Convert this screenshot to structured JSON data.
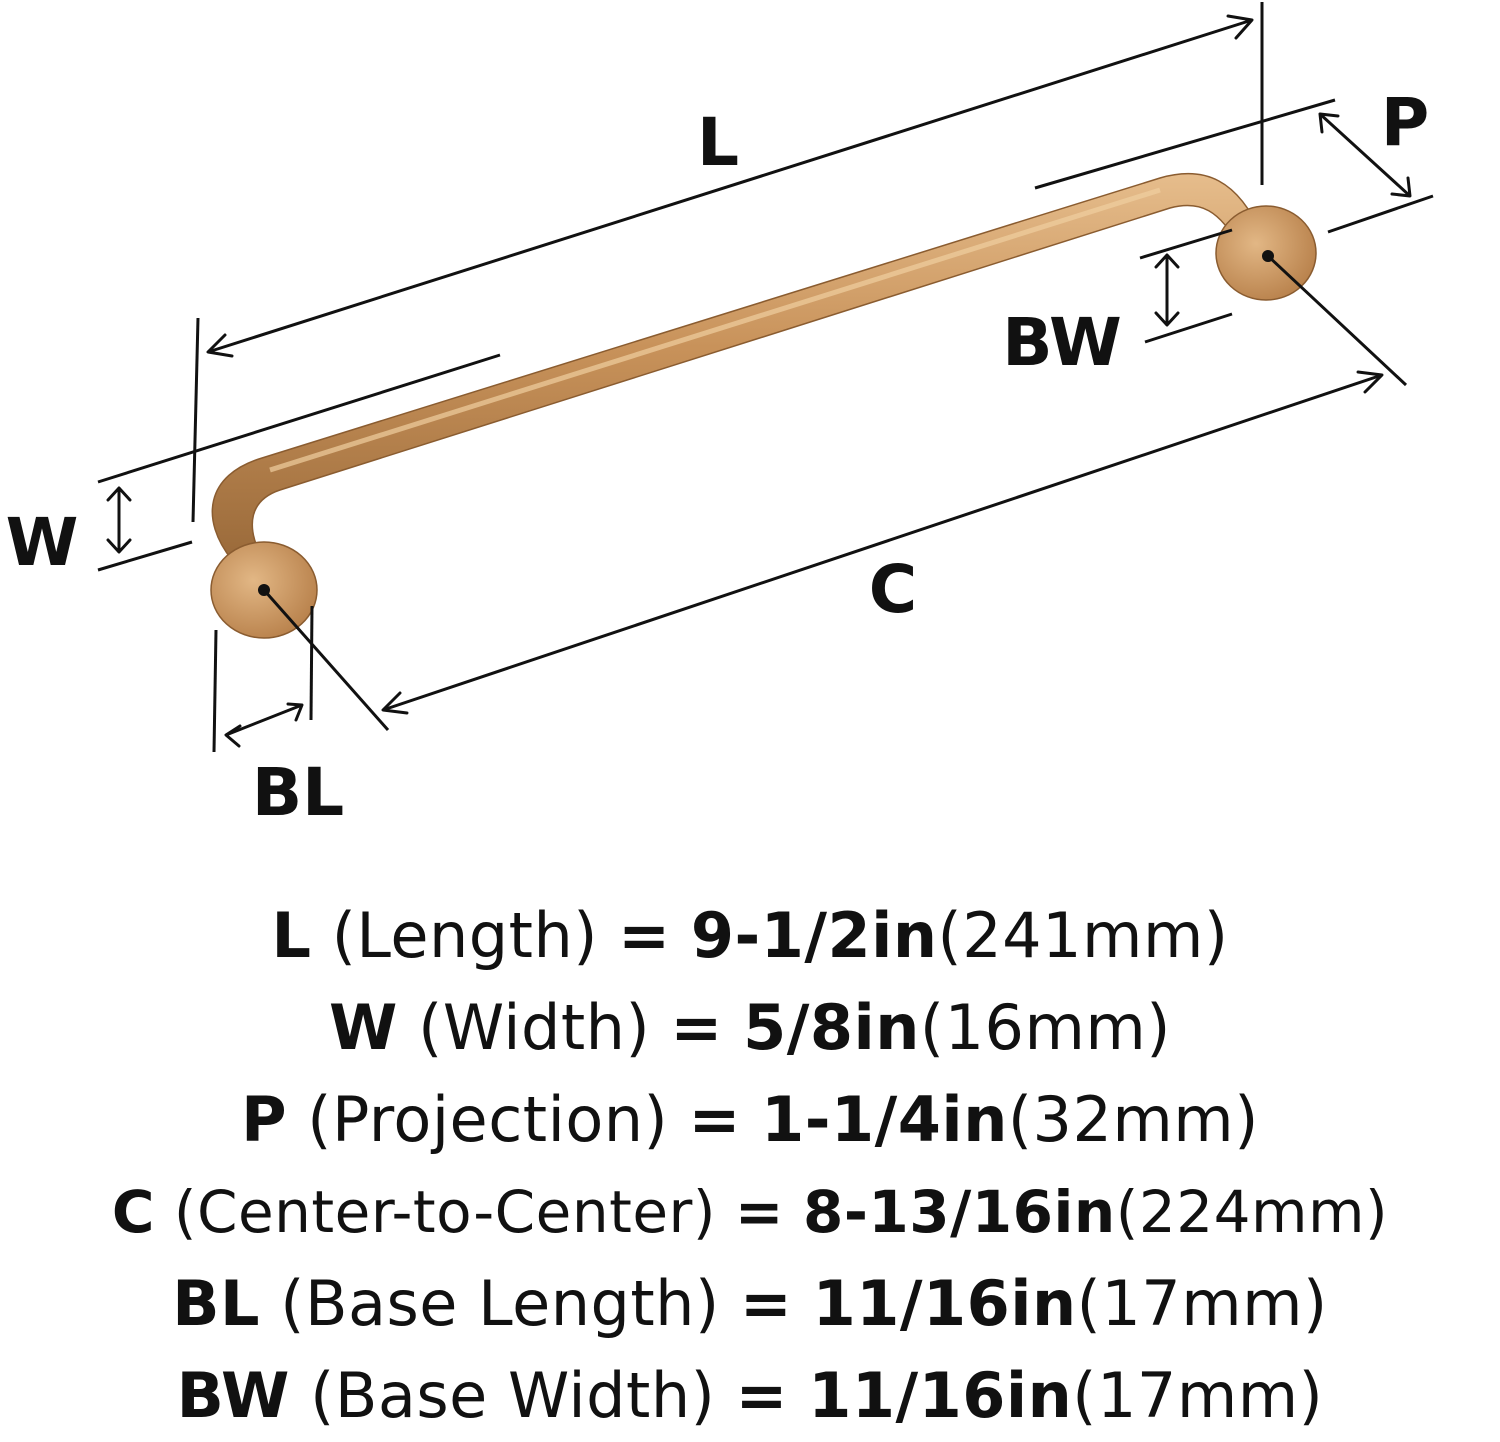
{
  "diagram": {
    "labels": {
      "L": "L",
      "W": "W",
      "P": "P",
      "BW": "BW",
      "C": "C",
      "BL": "BL"
    },
    "colors": {
      "finish": "#c8925a",
      "finish_dark": "#9a6a3a",
      "finish_light": "#e2b785",
      "line": "#111111"
    }
  },
  "specs": [
    {
      "code": "L",
      "desc": "(Length)",
      "eq": "=",
      "imperial": "9-1/2in",
      "metric": "(241mm)"
    },
    {
      "code": "W",
      "desc": "(Width)",
      "eq": "=",
      "imperial": "5/8in",
      "metric": "(16mm)"
    },
    {
      "code": "P",
      "desc": "(Projection)",
      "eq": "=",
      "imperial": "1-1/4in",
      "metric": "(32mm)"
    },
    {
      "code": "C",
      "desc": "(Center-to-Center)",
      "eq": "=",
      "imperial": "8-13/16in",
      "metric": "(224mm)"
    },
    {
      "code": "BL",
      "desc": "(Base Length)",
      "eq": "=",
      "imperial": "11/16in",
      "metric": "(17mm)"
    },
    {
      "code": "BW",
      "desc": "(Base Width)",
      "eq": "=",
      "imperial": "11/16in",
      "metric": "(17mm)"
    }
  ]
}
